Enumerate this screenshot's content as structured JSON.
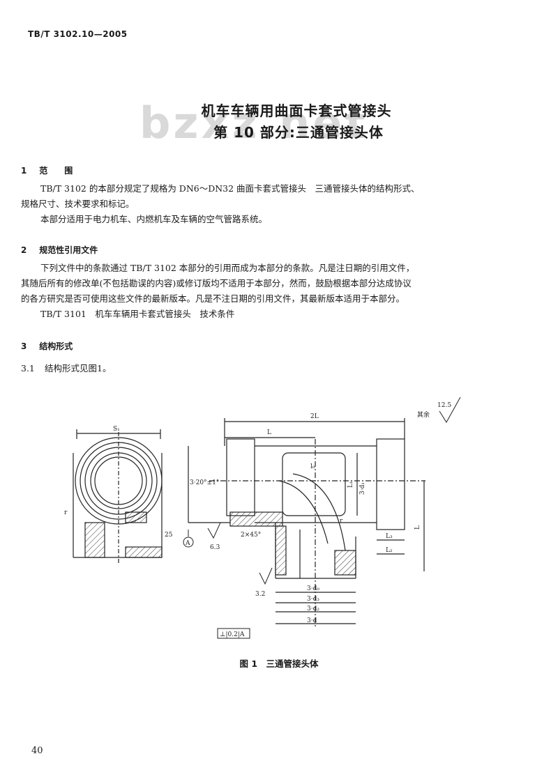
{
  "header": {
    "standard_code": "TB/T 3102.10—2005"
  },
  "watermark": "bzxz.net",
  "title": {
    "line1": "机车车辆用曲面卡套式管接头",
    "line2": "第 10 部分:三通管接头体"
  },
  "sections": [
    {
      "number": "1",
      "heading": "范　　围",
      "paragraphs": [
        "TB/T 3102 的本部分规定了规格为 DN6～DN32 曲面卡套式管接头　三通管接头体的结构形式、",
        "规格尺寸、技术要求和标记。",
        "本部分适用于电力机车、内燃机车及车辆的空气管路系统。"
      ]
    },
    {
      "number": "2",
      "heading": "规范性引用文件",
      "paragraphs": [
        "下列文件中的条款通过 TB/T 3102 本部分的引用而成为本部分的条款。凡是注日期的引用文件，",
        "其随后所有的修改单(不包括勘误的内容)或修订版均不适用于本部分，然而，鼓励根据本部分达成协议",
        "的各方研究是否可使用这些文件的最新版本。凡是不注日期的引用文件，其最新版本适用于本部分。",
        "TB/T 3101　机车车辆用卡套式管接头　技术条件"
      ]
    },
    {
      "number": "3",
      "heading": "结构形式",
      "paragraphs": []
    }
  ],
  "subsection": {
    "number": "3.1",
    "text": "结构形式见图1。"
  },
  "figure": {
    "caption": "图 1　三通管接头体",
    "labels": {
      "s1": "S₁",
      "two_l": "2L",
      "l": "L",
      "l0": "l₀",
      "l1": "L₁",
      "l2": "L₂",
      "l3": "L₃",
      "three_d1_v": "3·d₁",
      "angle": "3·20°±1°",
      "chamfer": "2×45°",
      "r": "r",
      "three_d0": "3·d₀",
      "three_d": "3·d",
      "three_d2": "3·d₂",
      "three_d3": "3·d₃",
      "roughness_main": "12.5",
      "roughness_rest": "其余",
      "roughness_a": "6.3",
      "roughness_b": "3.2",
      "tolerance": "⊥|0.2|A",
      "datum": "A",
      "thread": "25"
    }
  },
  "page_number": "40"
}
